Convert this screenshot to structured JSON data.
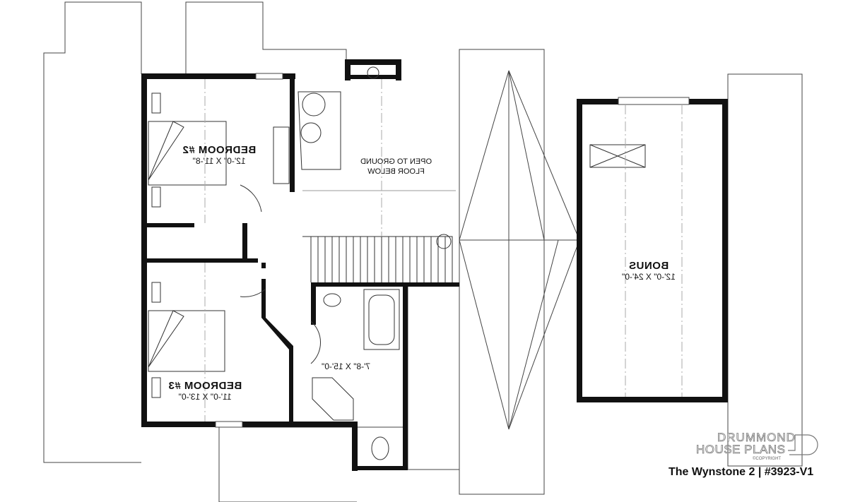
{
  "rooms": {
    "bedroom2": {
      "name": "BEDROOM #2",
      "size": "12'-0\" X 11'-8\""
    },
    "bedroom3": {
      "name": "BEDROOM #3",
      "size": "11'-0\" X 13'-0\""
    },
    "bathroom": {
      "size": "7'-8\" X 15'-0\""
    },
    "bonus": {
      "name": "BONUS",
      "size": "12'-0\" X 24'-0\""
    },
    "open": {
      "line1": "OPEN TO GROUND",
      "line2": "FLOOR BELOW"
    }
  },
  "logo": {
    "line1": "DRUMMOND",
    "line2": "HOUSE PLANS",
    "line3": "©COPYRIGHT"
  },
  "title": "The Wynstone 2 | #3923-V1"
}
